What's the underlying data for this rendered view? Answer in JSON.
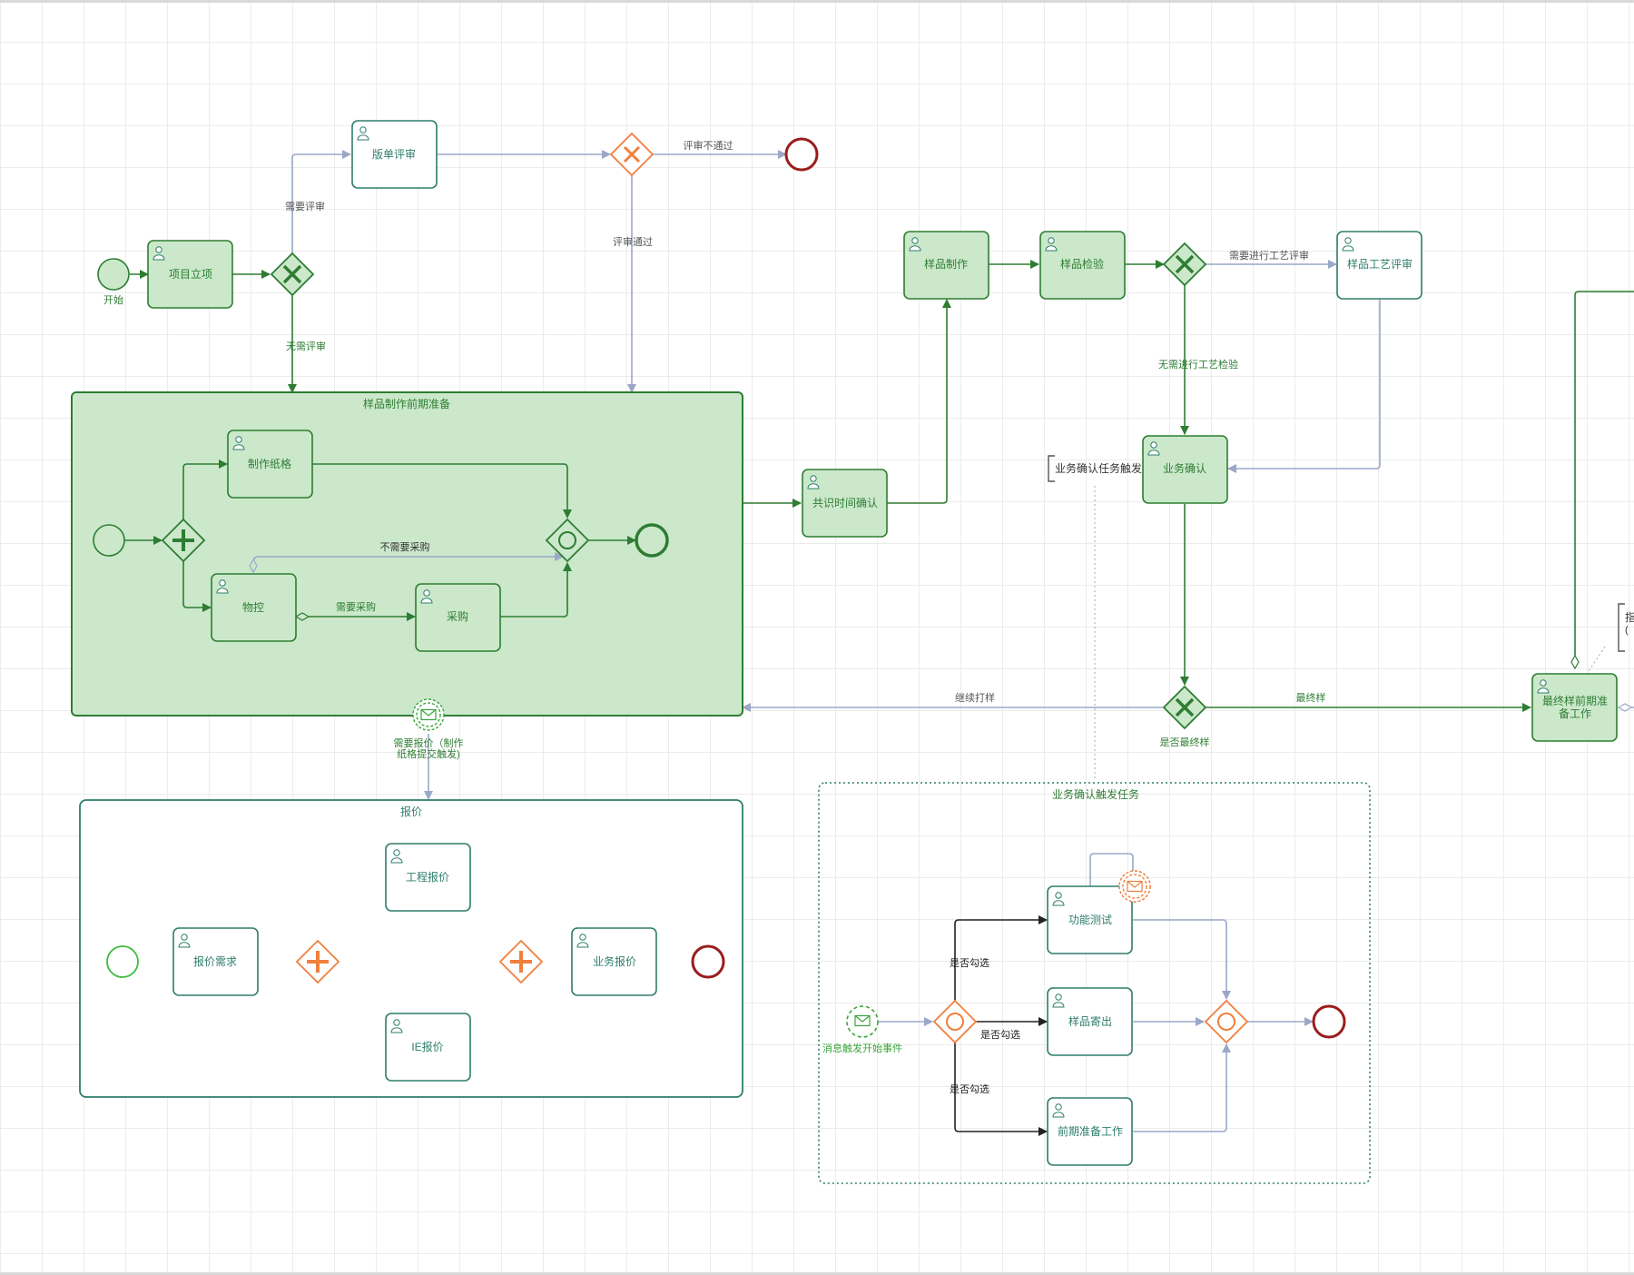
{
  "colors": {
    "green_dark": "#2e7d32",
    "green_fill": "#cbe8cb",
    "teal": "#2e7d6b",
    "flow_gray": "#9aa8c8",
    "orange": "#f07f3c",
    "end_red": "#9b1c1c",
    "black_flow": "#222222"
  },
  "events": {
    "start_label": "开始",
    "msg_event_label_1": "需要报价（制作",
    "msg_event_label_2": "纸格提交触发)",
    "msg_start_label": "消息触发开始事件"
  },
  "tasks": {
    "project_init": "项目立项",
    "board_review": "版单评审",
    "make_pattern": "制作纸格",
    "material_ctrl": "物控",
    "purchase": "采购",
    "time_confirm": "共识时间确认",
    "sample_make": "样品制作",
    "sample_inspect": "样品检验",
    "craft_review": "样品工艺评审",
    "biz_confirm": "业务确认",
    "final_prep_1": "最终样前期准",
    "final_prep_2": "备工作",
    "quote_req": "报价需求",
    "eng_quote": "工程报价",
    "ie_quote": "IE报价",
    "biz_quote": "业务报价",
    "func_test": "功能测试",
    "sample_ship": "样品寄出",
    "pre_work": "前期准备工作"
  },
  "flows": {
    "need_review": "需要评审",
    "no_review": "无需评审",
    "review_fail": "评审不通过",
    "review_pass": "评审通过",
    "no_purchase": "不需要采购",
    "need_purchase": "需要采购",
    "need_craft": "需要进行工艺评审",
    "no_craft": "无需进行工艺检验",
    "continue_sample": "继续打样",
    "final_sample": "最终样",
    "is_final": "是否最终样",
    "check_1": "是否勾选",
    "check_2": "是否勾选",
    "check_3": "是否勾选"
  },
  "subprocesses": {
    "prep": "样品制作前期准备",
    "quote": "报价",
    "biz_trigger": "业务确认触发任务"
  },
  "annotations": {
    "biz_trigger_note": "业务确认任务触发",
    "cut_note_1": "指",
    "cut_note_2": "("
  }
}
